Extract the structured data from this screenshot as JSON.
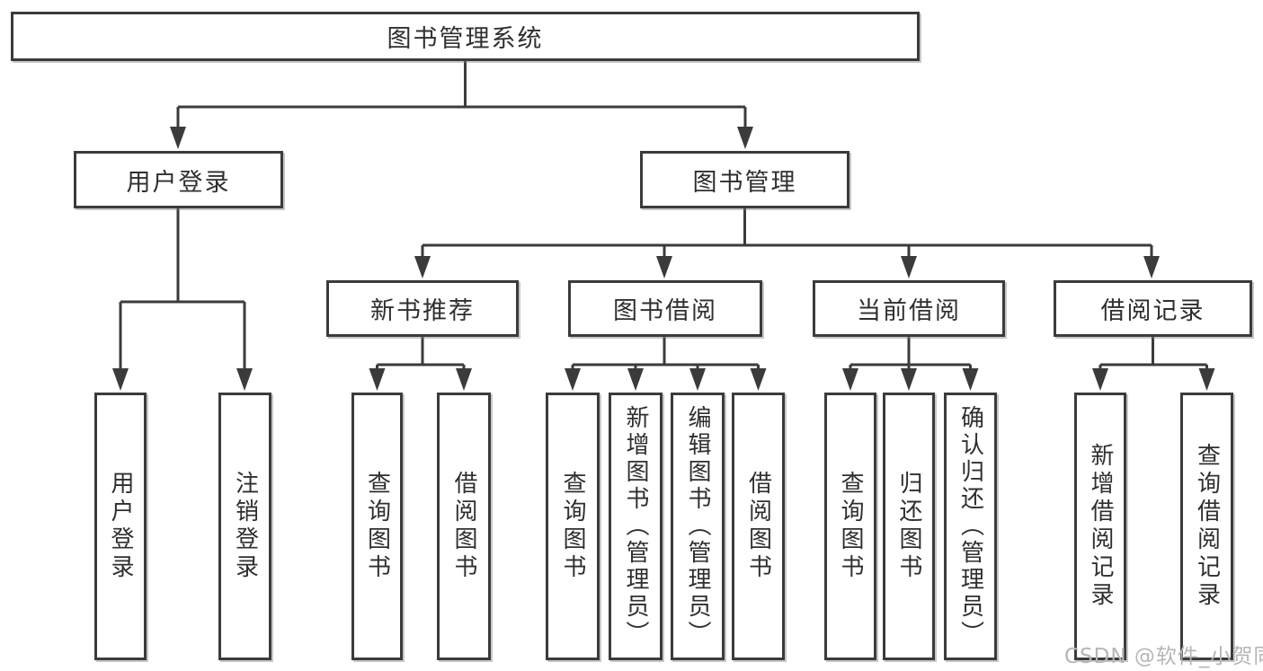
{
  "root": {
    "label": "图书管理系统"
  },
  "level2": {
    "user_login": {
      "label": "用户登录"
    },
    "book_management": {
      "label": "图书管理"
    }
  },
  "level3": {
    "new_book_recommend": {
      "label": "新书推荐"
    },
    "book_borrow": {
      "label": "图书借阅"
    },
    "current_borrow": {
      "label": "当前借阅"
    },
    "borrow_records": {
      "label": "借阅记录"
    }
  },
  "leaves": {
    "user_login_children": [
      "用户登录",
      "注销登录"
    ],
    "new_book_recommend_children": [
      "查询图书",
      "借阅图书"
    ],
    "book_borrow_children": [
      "查询图书",
      "新增图书（管理员）",
      "编辑图书（管理员）",
      "借阅图书"
    ],
    "current_borrow_children": [
      "查询图书",
      "归还图书",
      "确认归还（管理员）"
    ],
    "borrow_records_children": [
      "新增借阅记录",
      "查询借阅记录"
    ]
  },
  "watermark": "CSDN @软件_小贺同学",
  "colors": {
    "line": "#3b3b3b",
    "box_border": "#3b3b3b",
    "text": "#2f2f2f",
    "watermark": "#b6b6b6",
    "background": "#ffffff"
  }
}
